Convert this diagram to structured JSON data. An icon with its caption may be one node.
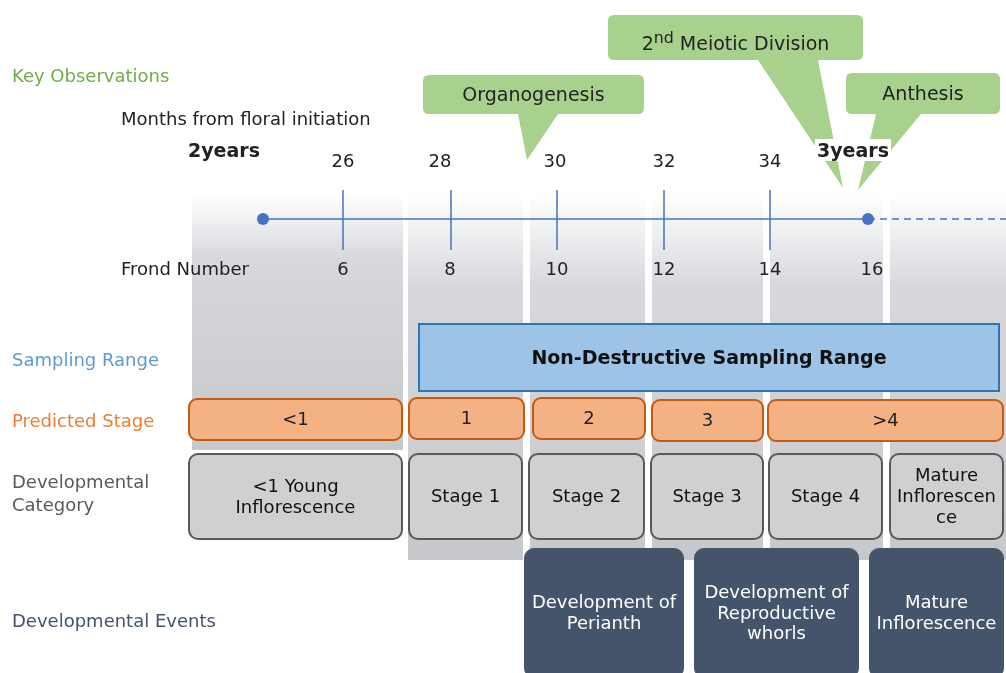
{
  "diagram": {
    "nodes": [
      {
        "text": [
          "Organogenesis"
        ]
      },
      {
        "text": [
          "2$^{nd}$ Meiotic Division"
        ]
      },
      {
        "text": [
          "Anthesis"
        ]
      },
      {
        "text": [
          "Non-Destructive Sampling Range"
        ]
      },
      {
        "text": [
          "<1"
        ]
      },
      {
        "text": [
          "1"
        ]
      },
      {
        "text": [
          "2"
        ]
      },
      {
        "text": [
          "3"
        ]
      },
      {
        "text": [
          ">4"
        ]
      },
      {
        "text": [
          "<1 Young Inflorescence"
        ]
      },
      {
        "text": [
          "Stage 1"
        ]
      },
      {
        "text": [
          "Stage 2"
        ]
      },
      {
        "text": [
          "Stage 3"
        ]
      },
      {
        "text": [
          "Stage 4"
        ]
      },
      {
        "text": [
          "Mature Inflorescence"
        ]
      },
      {
        "text": [
          "Development of Perianth"
        ]
      },
      {
        "text": [
          "Development of Reproductive whorls"
        ]
      },
      {
        "text": [
          "Mature Inflorescence"
        ]
      }
    ],
    "labels": [
      "Key Observations",
      "Months from floral initiation",
      "2years",
      "26",
      "28",
      "30",
      "32",
      "34",
      "3years",
      "Frond Number",
      "6",
      "8",
      "10",
      "12",
      "14",
      "16",
      "Sampling Range",
      "Predicted Stage",
      "Developmental Category",
      "Developmental Events"
    ]
  }
}
